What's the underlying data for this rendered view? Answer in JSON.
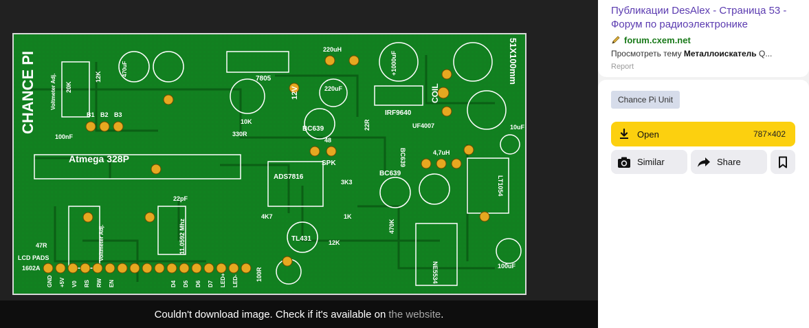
{
  "viewer": {
    "error_text": "Couldn't download image. Check if it's available on",
    "error_link": "the website",
    "error_dot": ".",
    "pcb": {
      "side_title": "CHANCE PI",
      "size_label": "51X100mm",
      "mcu_label": "Atmega 328P",
      "chip_adc": "ADS7816",
      "chip_irf": "IRF9640",
      "chip_tl": "TL431",
      "chip_ne": "NE5534",
      "chip_lt": "LT1054",
      "chip_uf": "UF4007",
      "coil": "COIL",
      "regulator": "7805",
      "bc1": "BC639",
      "bc2": "BC639",
      "bc3": "BC639",
      "crystal": "11.0592 Mhz",
      "spk": "SPK",
      "v12": "12V",
      "lcd_pads": "LCD PADS",
      "lcd_model": "1602A",
      "voltmeter1": "Voltmeter Adj.",
      "voltmeter2": "Voltmeter Adj.",
      "b1": "B1",
      "b2": "B2",
      "b3": "B3",
      "c1000": "+1000uF",
      "c470": "470uF",
      "c220": "220uF",
      "c100": "100uF",
      "c10": "10uF",
      "c100n": "100nF",
      "c22p": "22pF",
      "l220": "220uH",
      "l47": "4,7uH",
      "r47": "47R",
      "r12k": "12K",
      "r20k": "20K",
      "r10k": "10K",
      "r330": "330R",
      "r22": "22R",
      "r48": "48",
      "r3k3": "3K3",
      "r4k7": "4K7",
      "r1k": "1K",
      "r12k2": "12K",
      "r470k": "470K",
      "r100": "100R",
      "pads": [
        "GND",
        "+5V",
        "V0",
        "RS",
        "RW",
        "EN",
        "D4",
        "D5",
        "D6",
        "D7",
        "LED+",
        "LED-"
      ]
    }
  },
  "panel": {
    "title": "Публикации DesAlex - Страница 53 - Форум по радиоэлектронике",
    "domain": "forum.cxem.net",
    "snippet_prefix": "Просмотреть тему ",
    "snippet_bold": "Металлоискатель",
    "snippet_suffix": " Q...",
    "report": "Report",
    "tag": "Chance Pi Unit",
    "open_label": "Open",
    "open_size": "787×402",
    "similar_label": "Similar",
    "share_label": "Share",
    "colors": {
      "accent": "#fcd00f",
      "title": "#5b3bb0",
      "domain": "#1a7a1a",
      "pcb": "#0f7a1d"
    },
    "icons": [
      "download-icon",
      "camera-icon",
      "share-arrow-icon",
      "bookmark-icon",
      "favicon-pencil-icon"
    ]
  }
}
